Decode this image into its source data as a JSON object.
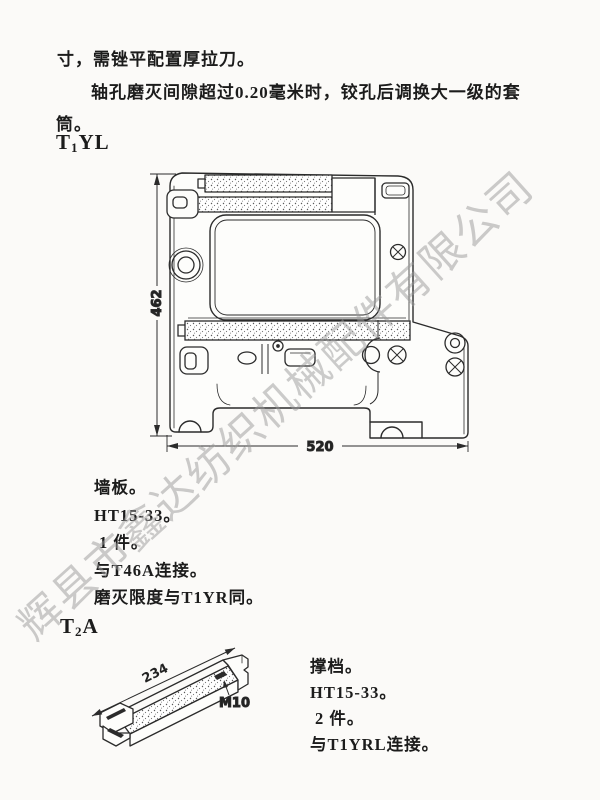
{
  "page": {
    "background": "#fbfaf8",
    "ink": "#1f1f1f",
    "watermark": {
      "text": "辉县市鑫达纺织机械配件有限公司",
      "color": "#9a9a9a"
    },
    "intro": {
      "line1": "寸，需锉平配置厚拉刀。",
      "line2": "轴孔磨灭间隙超过0.20毫米时，铰孔后调换大一级的套",
      "line3": "筒。"
    }
  },
  "t1yl": {
    "code": {
      "prefix": "T",
      "sub": "1",
      "suffix": "YL"
    },
    "dims": {
      "height": "462",
      "width": "520"
    },
    "notes": [
      "墙板。",
      "HT15-33。",
      "1 件。",
      "与T46A连接。",
      "磨灭限度与T1YR同。"
    ]
  },
  "t2a": {
    "code": {
      "prefix": "T",
      "sub": "2",
      "suffix": "A"
    },
    "dims": {
      "length": "234",
      "thread": "M10"
    },
    "notes": [
      "撑档。",
      "HT15-33。",
      "2 件。",
      "与T1YRL连接。"
    ]
  }
}
